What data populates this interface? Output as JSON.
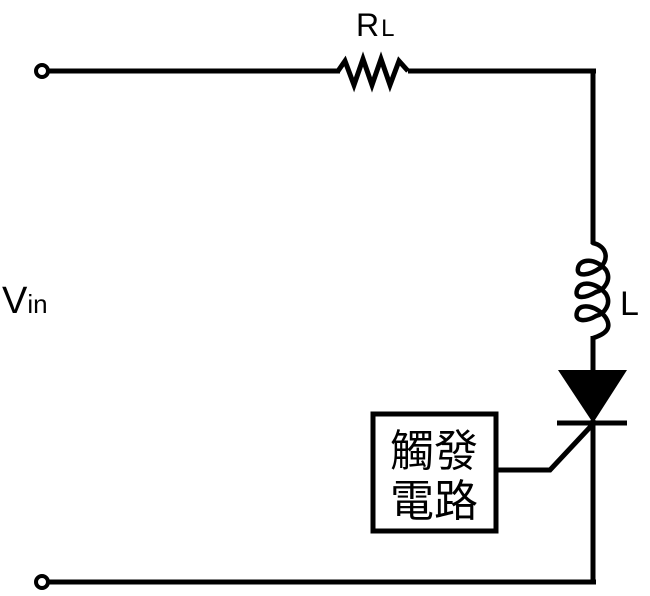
{
  "diagram": {
    "type": "circuit-schematic",
    "colors": {
      "stroke": "#000000",
      "background": "#ffffff"
    },
    "labels": {
      "resistor": {
        "main": "R",
        "sub": "L"
      },
      "inductor": "L",
      "input_voltage": {
        "main": "V",
        "sub": "in"
      },
      "trigger_circuit": {
        "line1": "觸發",
        "line2": "電路"
      }
    },
    "components": [
      {
        "id": "input-terminal-top",
        "kind": "terminal"
      },
      {
        "id": "load-resistor",
        "kind": "resistor",
        "label": "RL"
      },
      {
        "id": "inductor",
        "kind": "inductor",
        "label": "L"
      },
      {
        "id": "thyristor",
        "kind": "SCR"
      },
      {
        "id": "trigger-circuit",
        "kind": "block",
        "label": "觸發電路"
      },
      {
        "id": "input-terminal-bottom",
        "kind": "terminal"
      }
    ]
  }
}
